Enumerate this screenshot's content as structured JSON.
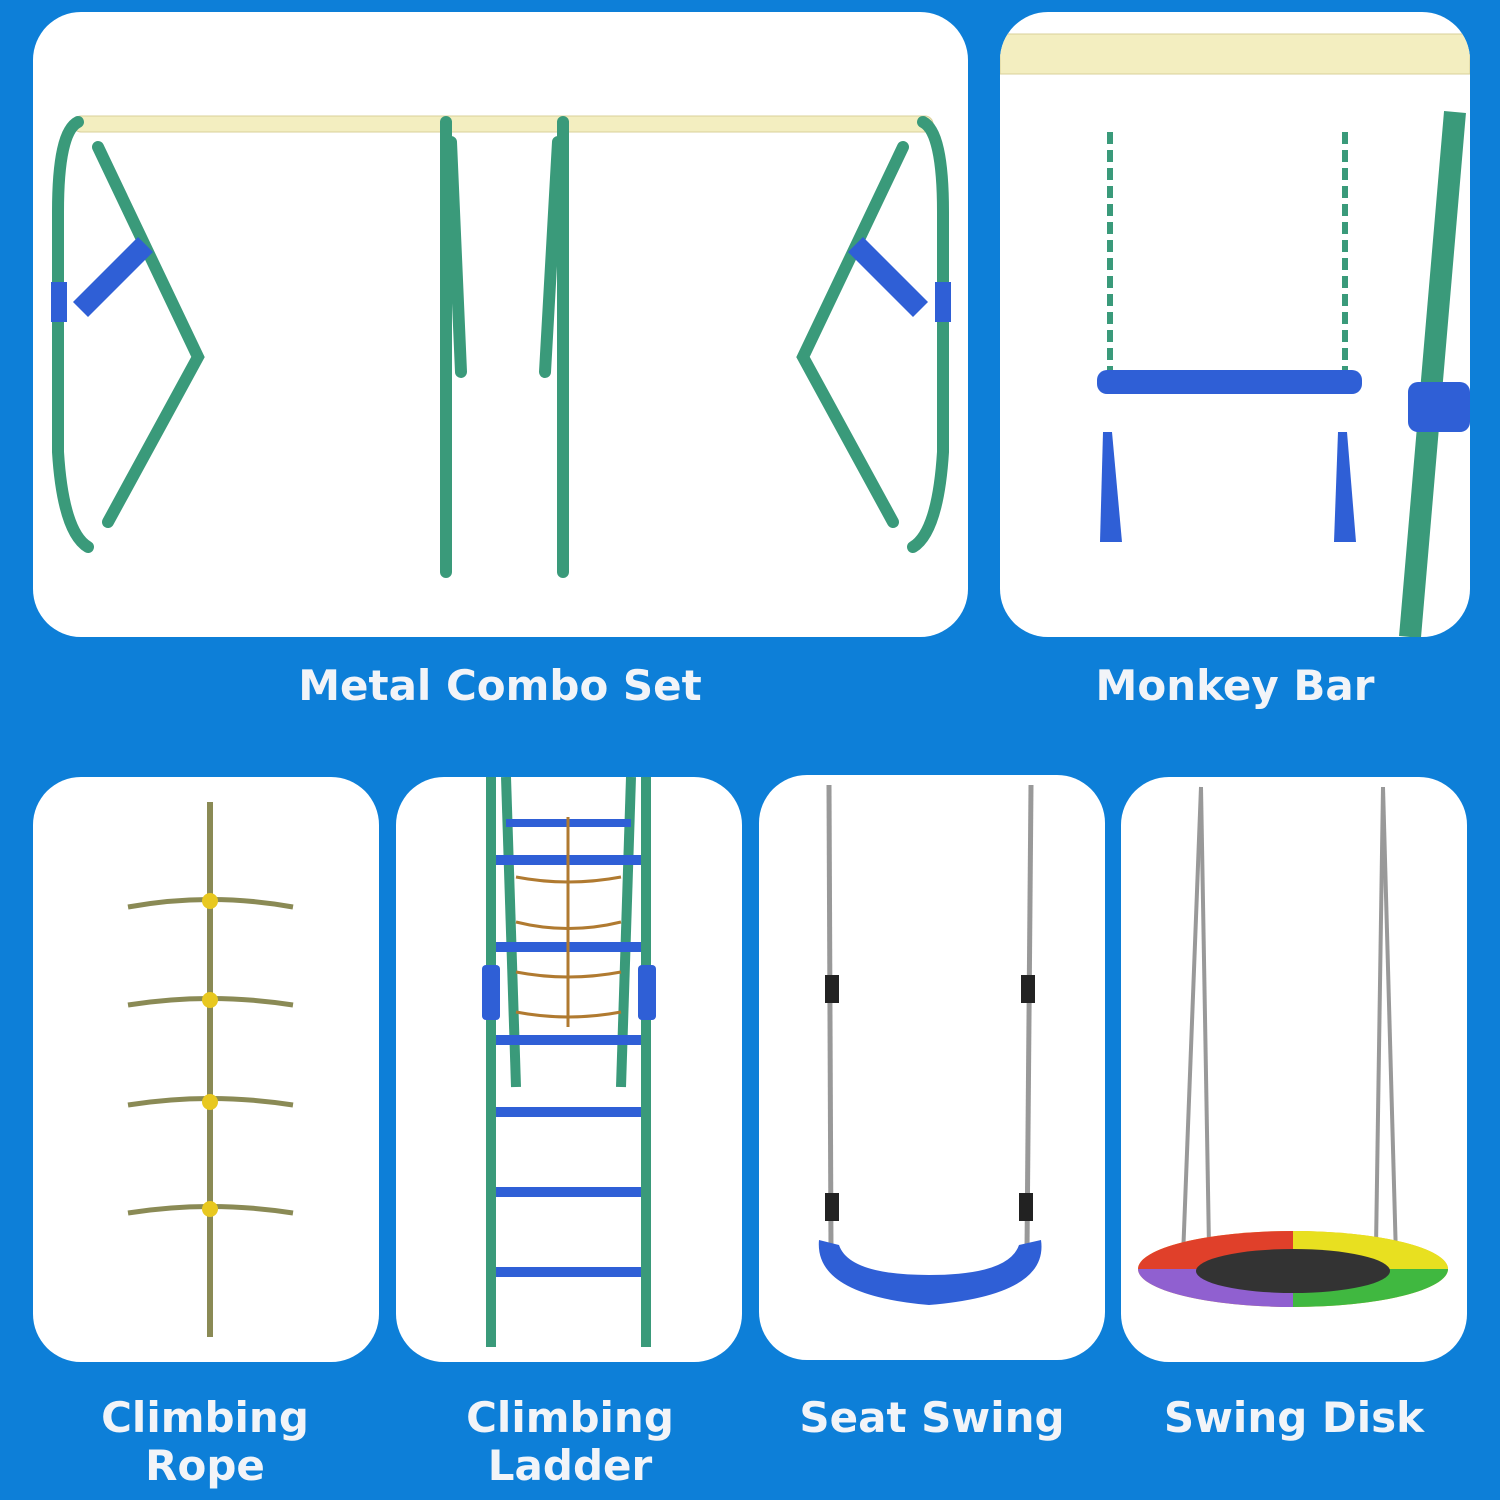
{
  "colors": {
    "background": "#0d7fd8",
    "frame_green": "#3a9a7a",
    "top_bar": "#f3eec0",
    "accent_blue": "#2f5fd6"
  },
  "items": [
    {
      "label": "Metal Combo Set"
    },
    {
      "label": "Monkey Bar"
    },
    {
      "label": "Climbing Rope"
    },
    {
      "label": "Climbing Ladder"
    },
    {
      "label": "Seat Swing"
    },
    {
      "label": "Swing Disk"
    }
  ]
}
